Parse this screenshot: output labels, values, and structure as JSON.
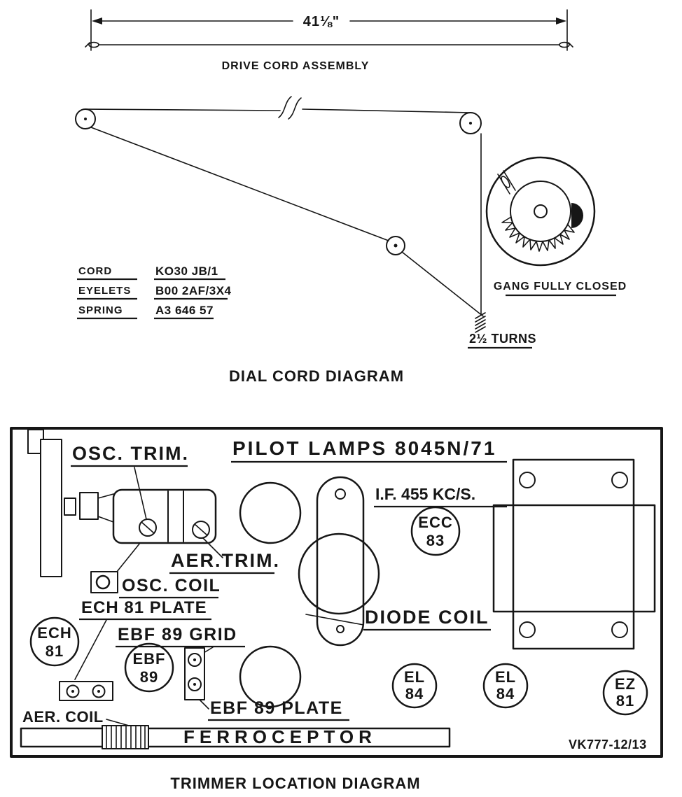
{
  "dial_cord": {
    "dimension_label": "41⅛\"",
    "assembly_label": "DRIVE CORD ASSEMBLY",
    "parts_table": {
      "rows": [
        {
          "name": "CORD",
          "value": "KO30 JB/1"
        },
        {
          "name": "EYELETS",
          "value": "B00 2AF/3X4"
        },
        {
          "name": "SPRING",
          "value": "A3 646 57"
        }
      ]
    },
    "gang_label": "GANG FULLY CLOSED",
    "turns_label": "2½ TURNS",
    "title": "DIAL CORD DIAGRAM"
  },
  "trimmer": {
    "pilot_lamps_label": "PILOT LAMPS 8045N/71",
    "osc_trim_label": "OSC. TRIM.",
    "aer_trim_label": "AER.TRIM.",
    "if_label": "I.F. 455 KC/S.",
    "osc_coil_label": "OSC. COIL",
    "ech81_plate_label": "ECH 81 PLATE",
    "ebf89_grid_label": "EBF 89 GRID",
    "ebf89_plate_label": "EBF 89 PLATE",
    "diode_coil_label": "DIODE COIL",
    "aer_coil_label": "AER. COIL",
    "ferroceptor_label": "FERROCEPTOR",
    "drawing_ref": "VK777-12/13",
    "tubes": {
      "ecc83": {
        "l1": "ECC",
        "l2": "83"
      },
      "ech81": {
        "l1": "ECH",
        "l2": "81"
      },
      "ebf89": {
        "l1": "EBF",
        "l2": "89"
      },
      "el84a": {
        "l1": "EL",
        "l2": "84"
      },
      "el84b": {
        "l1": "EL",
        "l2": "84"
      },
      "ez81": {
        "l1": "EZ",
        "l2": "81"
      }
    },
    "title": "TRIMMER LOCATION DIAGRAM"
  }
}
